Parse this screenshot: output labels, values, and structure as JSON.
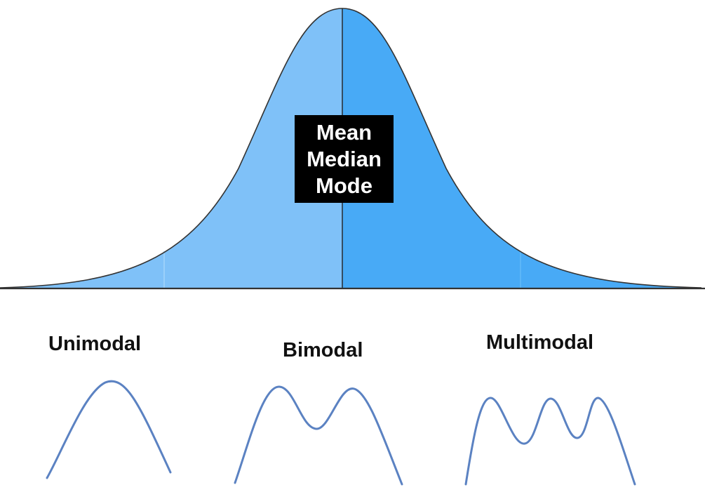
{
  "center_box": {
    "line1": "Mean",
    "line2": "Median",
    "line3": "Mode"
  },
  "modality": {
    "unimodal": "Unimodal",
    "bimodal": "Bimodal",
    "multimodal": "Multimodal"
  },
  "colors": {
    "left_fill": "#7fc1f8",
    "right_fill": "#48aaf6",
    "curve_outline": "#333333",
    "small_curve": "#5b82c2",
    "box_bg": "#000000",
    "box_text": "#ffffff"
  }
}
